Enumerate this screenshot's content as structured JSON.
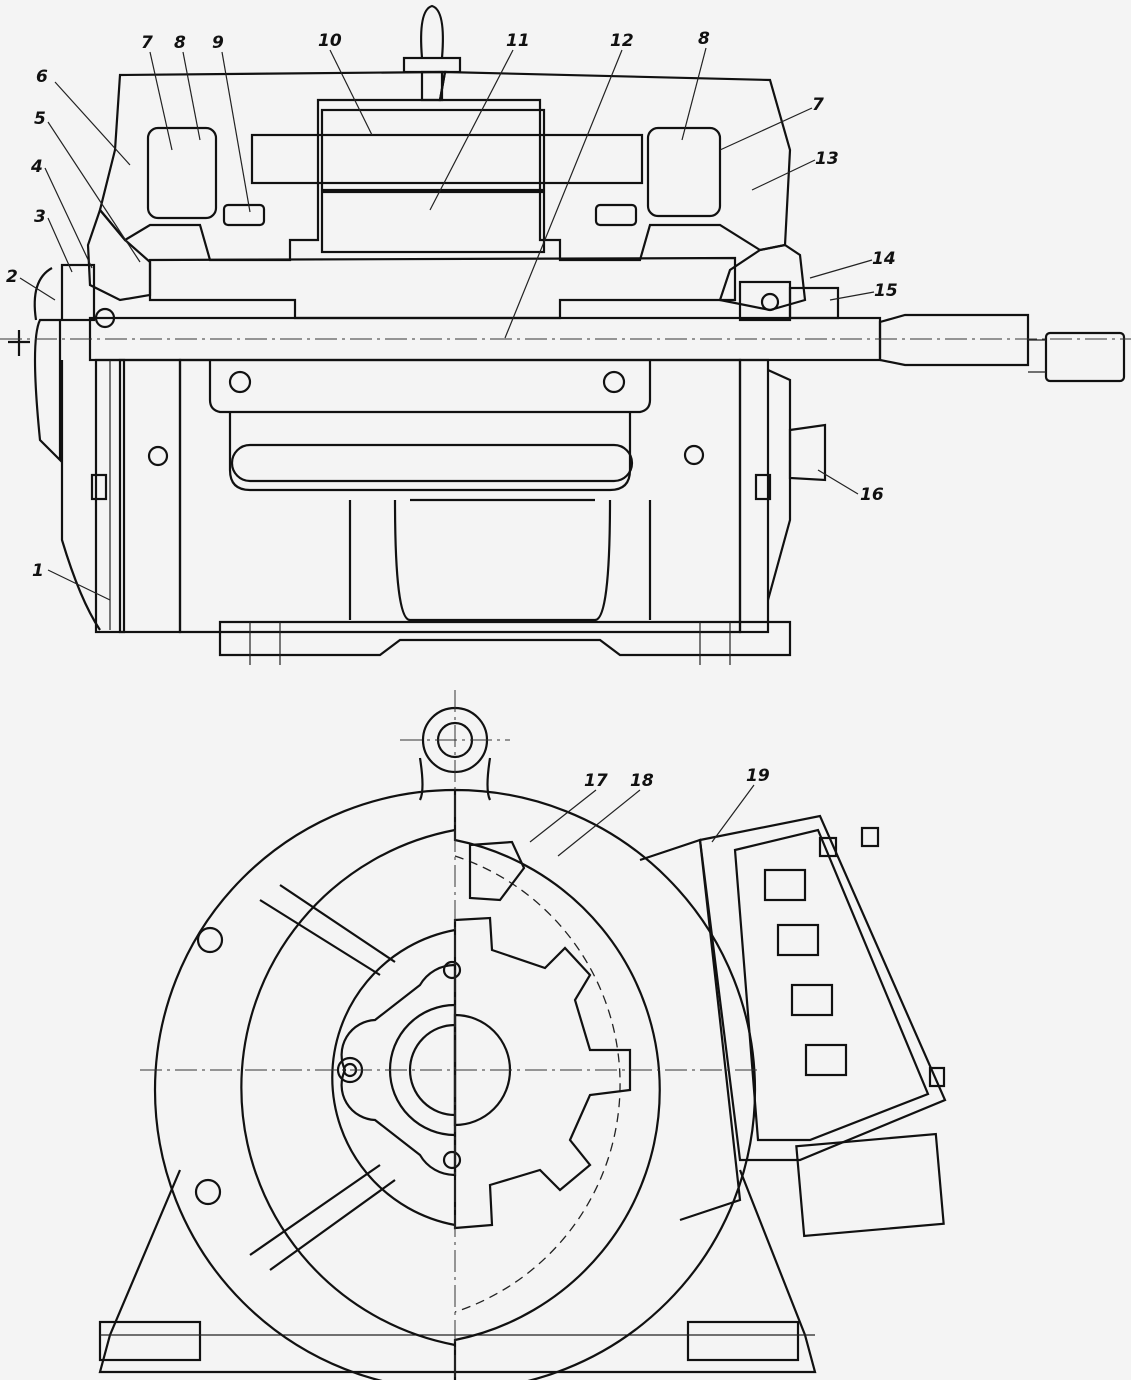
{
  "labels": {
    "top_view": {
      "n1": "1",
      "n2": "2",
      "n3": "3",
      "n4": "4",
      "n5": "5",
      "n6": "6",
      "n7_left": "7",
      "n8_left": "8",
      "n9": "9",
      "n10": "10",
      "n11": "11",
      "n12": "12",
      "n8_right": "8",
      "n7_right": "7",
      "n13": "13",
      "n14": "14",
      "n15": "15",
      "n16": "16"
    },
    "bottom_view": {
      "n17": "17",
      "n18": "18",
      "n19": "19"
    }
  }
}
